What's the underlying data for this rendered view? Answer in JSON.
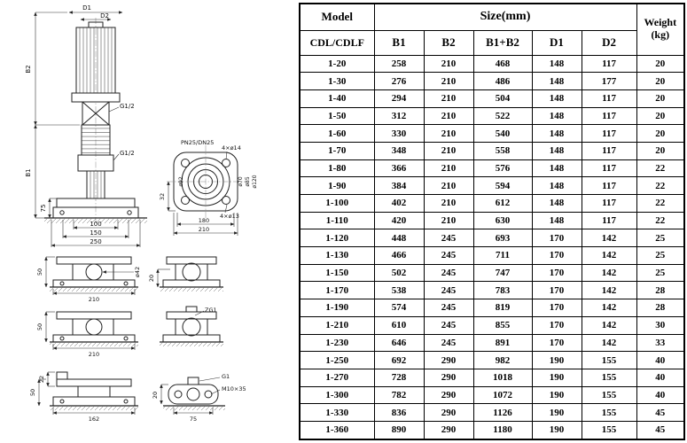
{
  "table": {
    "header": {
      "model": "Model",
      "model_sub": "CDL/CDLF",
      "size": "Size(mm)",
      "size_cols": [
        "B1",
        "B2",
        "B1+B2",
        "D1",
        "D2"
      ],
      "weight_line1": "Weight",
      "weight_line2": "(kg)"
    },
    "rows": [
      [
        "1-20",
        "258",
        "210",
        "468",
        "148",
        "117",
        "20"
      ],
      [
        "1-30",
        "276",
        "210",
        "486",
        "148",
        "177",
        "20"
      ],
      [
        "1-40",
        "294",
        "210",
        "504",
        "148",
        "117",
        "20"
      ],
      [
        "1-50",
        "312",
        "210",
        "522",
        "148",
        "117",
        "20"
      ],
      [
        "1-60",
        "330",
        "210",
        "540",
        "148",
        "117",
        "20"
      ],
      [
        "1-70",
        "348",
        "210",
        "558",
        "148",
        "117",
        "20"
      ],
      [
        "1-80",
        "366",
        "210",
        "576",
        "148",
        "117",
        "22"
      ],
      [
        "1-90",
        "384",
        "210",
        "594",
        "148",
        "117",
        "22"
      ],
      [
        "1-100",
        "402",
        "210",
        "612",
        "148",
        "117",
        "22"
      ],
      [
        "1-110",
        "420",
        "210",
        "630",
        "148",
        "117",
        "22"
      ],
      [
        "1-120",
        "448",
        "245",
        "693",
        "170",
        "142",
        "25"
      ],
      [
        "1-130",
        "466",
        "245",
        "711",
        "170",
        "142",
        "25"
      ],
      [
        "1-150",
        "502",
        "245",
        "747",
        "170",
        "142",
        "25"
      ],
      [
        "1-170",
        "538",
        "245",
        "783",
        "170",
        "142",
        "28"
      ],
      [
        "1-190",
        "574",
        "245",
        "819",
        "170",
        "142",
        "28"
      ],
      [
        "1-210",
        "610",
        "245",
        "855",
        "170",
        "142",
        "30"
      ],
      [
        "1-230",
        "646",
        "245",
        "891",
        "170",
        "142",
        "33"
      ],
      [
        "1-250",
        "692",
        "290",
        "982",
        "190",
        "155",
        "40"
      ],
      [
        "1-270",
        "728",
        "290",
        "1018",
        "190",
        "155",
        "40"
      ],
      [
        "1-300",
        "782",
        "290",
        "1072",
        "190",
        "155",
        "40"
      ],
      [
        "1-330",
        "836",
        "290",
        "1126",
        "190",
        "155",
        "45"
      ],
      [
        "1-360",
        "890",
        "290",
        "1180",
        "190",
        "155",
        "45"
      ]
    ]
  },
  "drawing": {
    "front_view": {
      "d1": "D1",
      "d2": "D2",
      "b1": "B1",
      "b2": "B2",
      "g12_upper": "G1/2",
      "g12_lower": "G1/2",
      "dim_75": "75",
      "dim_100": "100",
      "dim_150": "150",
      "dim_250": "250"
    },
    "flange_view": {
      "pn": "PN25/DN25",
      "holes_top": "4×ø14",
      "holes_bottom": "4×ø13",
      "dia_left": "ø92",
      "dia_70": "ø70",
      "dia_85": "ø85",
      "dia_120": "ø120",
      "dim_32": "32",
      "dim_180": "180",
      "dim_210": "210"
    },
    "support_view_1": {
      "dim_50": "50",
      "dim_210": "210",
      "dia_42": "ø42"
    },
    "support_view_2": {
      "dim_20": "20"
    },
    "support_view_3": {
      "dim_50": "50",
      "dim_210": "210"
    },
    "support_view_4": {
      "port": "ZG1"
    },
    "base_view_1": {
      "dim_22": "22",
      "dim_50": "50",
      "dim_162": "162"
    },
    "base_view_2": {
      "port": "G1",
      "bolt": "M10×35",
      "dim_75": "75",
      "dim_20": "20"
    }
  }
}
